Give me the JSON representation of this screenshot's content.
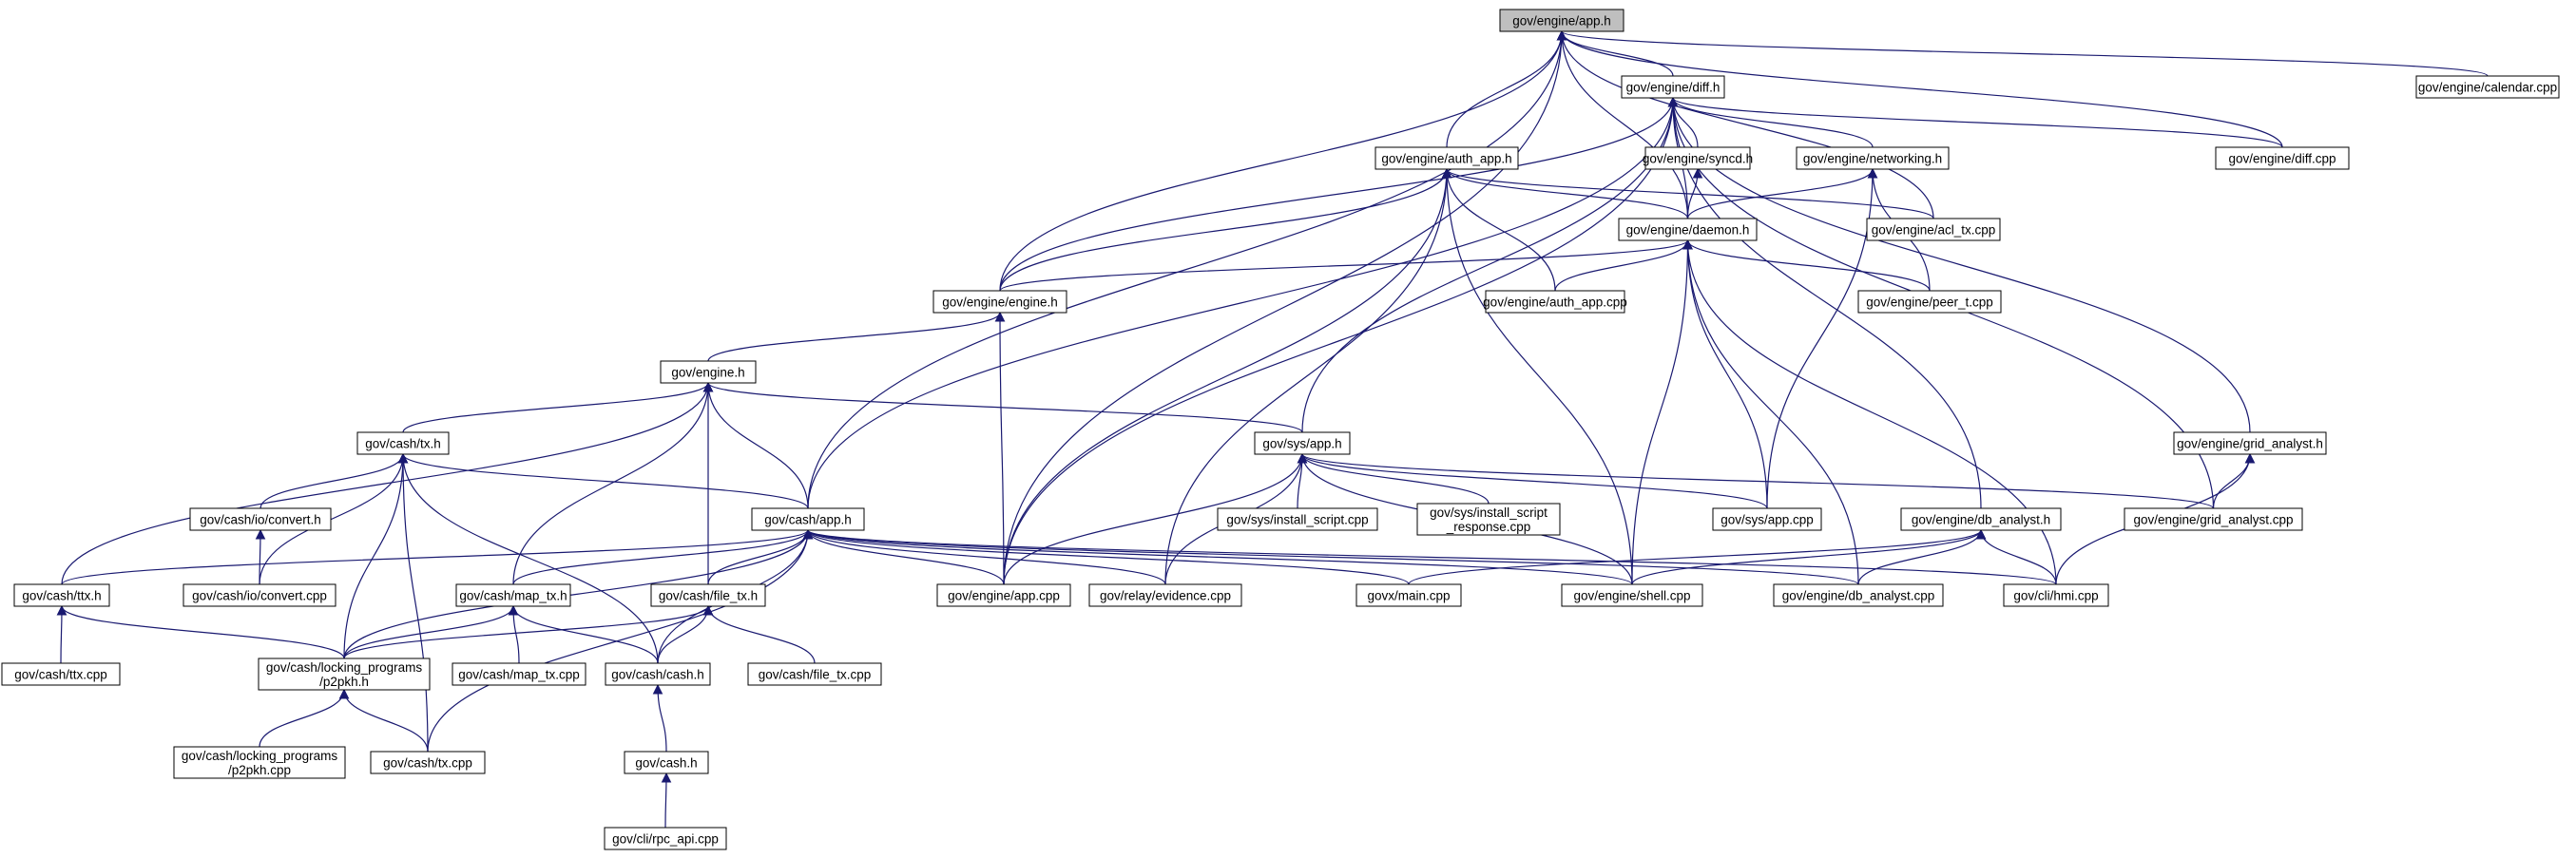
{
  "graph": {
    "nodes": {
      "app_h": [
        "gov/engine/app.h"
      ],
      "diff_h": [
        "gov/engine/diff.h"
      ],
      "calendar_cpp": [
        "gov/engine/calendar.cpp"
      ],
      "auth_app_h": [
        "gov/engine/auth_app.h"
      ],
      "syncd_h": [
        "gov/engine/syncd.h"
      ],
      "networking_h": [
        "gov/engine/networking.h"
      ],
      "diff_cpp": [
        "gov/engine/diff.cpp"
      ],
      "daemon_h": [
        "gov/engine/daemon.h"
      ],
      "acl_tx_cpp": [
        "gov/engine/acl_tx.cpp"
      ],
      "engine_engine_h": [
        "gov/engine/engine.h"
      ],
      "auth_app_cpp": [
        "gov/engine/auth_app.cpp"
      ],
      "peer_t_cpp": [
        "gov/engine/peer_t.cpp"
      ],
      "engine_h": [
        "gov/engine.h"
      ],
      "cash_tx_h": [
        "gov/cash/tx.h"
      ],
      "sys_app_h": [
        "gov/sys/app.h"
      ],
      "grid_analyst_h": [
        "gov/engine/grid_analyst.h"
      ],
      "io_convert_h": [
        "gov/cash/io/convert.h"
      ],
      "cash_app_h": [
        "gov/cash/app.h"
      ],
      "install_script_cpp": [
        "gov/sys/install_script.cpp"
      ],
      "install_script_response_cpp": [
        "gov/sys/install_script",
        "_response.cpp"
      ],
      "sys_app_cpp": [
        "gov/sys/app.cpp"
      ],
      "db_analyst_h": [
        "gov/engine/db_analyst.h"
      ],
      "grid_analyst_cpp": [
        "gov/engine/grid_analyst.cpp"
      ],
      "ttx_h": [
        "gov/cash/ttx.h"
      ],
      "io_convert_cpp": [
        "gov/cash/io/convert.cpp"
      ],
      "map_tx_h": [
        "gov/cash/map_tx.h"
      ],
      "file_tx_h": [
        "gov/cash/file_tx.h"
      ],
      "engine_app_cpp": [
        "gov/engine/app.cpp"
      ],
      "evidence_cpp": [
        "gov/relay/evidence.cpp"
      ],
      "govx_main_cpp": [
        "govx/main.cpp"
      ],
      "shell_cpp": [
        "gov/engine/shell.cpp"
      ],
      "db_analyst_cpp": [
        "gov/engine/db_analyst.cpp"
      ],
      "hmi_cpp": [
        "gov/cli/hmi.cpp"
      ],
      "ttx_cpp": [
        "gov/cash/ttx.cpp"
      ],
      "p2pkh_h": [
        "gov/cash/locking_programs",
        "/p2pkh.h"
      ],
      "map_tx_cpp": [
        "gov/cash/map_tx.cpp"
      ],
      "cash_cash_h": [
        "gov/cash/cash.h"
      ],
      "file_tx_cpp": [
        "gov/cash/file_tx.cpp"
      ],
      "p2pkh_cpp": [
        "gov/cash/locking_programs",
        "/p2pkh.cpp"
      ],
      "cash_tx_cpp": [
        "gov/cash/tx.cpp"
      ],
      "gov_cash_h": [
        "gov/cash.h"
      ],
      "rpc_api_cpp": [
        "gov/cli/rpc_api.cpp"
      ]
    },
    "root": "app_h",
    "edges": [
      [
        "diff_h",
        "app_h"
      ],
      [
        "auth_app_h",
        "app_h"
      ],
      [
        "daemon_h",
        "app_h"
      ],
      [
        "engine_engine_h",
        "app_h"
      ],
      [
        "diff_cpp",
        "app_h"
      ],
      [
        "acl_tx_cpp",
        "app_h"
      ],
      [
        "cash_app_h",
        "app_h"
      ],
      [
        "engine_app_cpp",
        "app_h"
      ],
      [
        "calendar_cpp",
        "app_h"
      ],
      [
        "syncd_h",
        "diff_h"
      ],
      [
        "networking_h",
        "diff_h"
      ],
      [
        "diff_cpp",
        "diff_h"
      ],
      [
        "engine_engine_h",
        "diff_h"
      ],
      [
        "daemon_h",
        "diff_h"
      ],
      [
        "grid_analyst_h",
        "diff_h"
      ],
      [
        "grid_analyst_cpp",
        "diff_h"
      ],
      [
        "db_analyst_h",
        "diff_h"
      ],
      [
        "sys_app_h",
        "diff_h"
      ],
      [
        "engine_app_cpp",
        "diff_h"
      ],
      [
        "cash_app_h",
        "diff_h"
      ],
      [
        "daemon_h",
        "syncd_h"
      ],
      [
        "daemon_h",
        "networking_h"
      ],
      [
        "peer_t_cpp",
        "networking_h"
      ],
      [
        "sys_app_cpp",
        "networking_h"
      ],
      [
        "daemon_h",
        "auth_app_h"
      ],
      [
        "acl_tx_cpp",
        "auth_app_h"
      ],
      [
        "engine_engine_h",
        "auth_app_h"
      ],
      [
        "auth_app_cpp",
        "auth_app_h"
      ],
      [
        "engine_app_cpp",
        "auth_app_h"
      ],
      [
        "evidence_cpp",
        "auth_app_h"
      ],
      [
        "shell_cpp",
        "auth_app_h"
      ],
      [
        "engine_engine_h",
        "daemon_h"
      ],
      [
        "auth_app_cpp",
        "daemon_h"
      ],
      [
        "peer_t_cpp",
        "daemon_h"
      ],
      [
        "shell_cpp",
        "daemon_h"
      ],
      [
        "sys_app_cpp",
        "daemon_h"
      ],
      [
        "db_analyst_cpp",
        "daemon_h"
      ],
      [
        "hmi_cpp",
        "daemon_h"
      ],
      [
        "engine_h",
        "engine_engine_h"
      ],
      [
        "engine_app_cpp",
        "engine_engine_h"
      ],
      [
        "cash_tx_h",
        "engine_h"
      ],
      [
        "sys_app_h",
        "engine_h"
      ],
      [
        "cash_app_h",
        "engine_h"
      ],
      [
        "map_tx_h",
        "engine_h"
      ],
      [
        "file_tx_h",
        "engine_h"
      ],
      [
        "ttx_h",
        "engine_h"
      ],
      [
        "io_convert_h",
        "cash_tx_h"
      ],
      [
        "io_convert_cpp",
        "cash_tx_h"
      ],
      [
        "cash_app_h",
        "cash_tx_h"
      ],
      [
        "p2pkh_h",
        "cash_tx_h"
      ],
      [
        "cash_cash_h",
        "cash_tx_h"
      ],
      [
        "cash_tx_cpp",
        "cash_tx_h"
      ],
      [
        "io_convert_cpp",
        "io_convert_h"
      ],
      [
        "install_script_cpp",
        "sys_app_h"
      ],
      [
        "install_script_response_cpp",
        "sys_app_h"
      ],
      [
        "sys_app_cpp",
        "sys_app_h"
      ],
      [
        "engine_app_cpp",
        "sys_app_h"
      ],
      [
        "evidence_cpp",
        "sys_app_h"
      ],
      [
        "shell_cpp",
        "sys_app_h"
      ],
      [
        "grid_analyst_cpp",
        "sys_app_h"
      ],
      [
        "grid_analyst_cpp",
        "grid_analyst_h"
      ],
      [
        "hmi_cpp",
        "grid_analyst_h"
      ],
      [
        "ttx_h",
        "cash_app_h"
      ],
      [
        "map_tx_h",
        "cash_app_h"
      ],
      [
        "file_tx_h",
        "cash_app_h"
      ],
      [
        "cash_cash_h",
        "cash_app_h"
      ],
      [
        "p2pkh_h",
        "cash_app_h"
      ],
      [
        "engine_app_cpp",
        "cash_app_h"
      ],
      [
        "evidence_cpp",
        "cash_app_h"
      ],
      [
        "govx_main_cpp",
        "cash_app_h"
      ],
      [
        "shell_cpp",
        "cash_app_h"
      ],
      [
        "db_analyst_cpp",
        "cash_app_h"
      ],
      [
        "hmi_cpp",
        "cash_app_h"
      ],
      [
        "cash_tx_cpp",
        "cash_app_h"
      ],
      [
        "govx_main_cpp",
        "db_analyst_h"
      ],
      [
        "shell_cpp",
        "db_analyst_h"
      ],
      [
        "db_analyst_cpp",
        "db_analyst_h"
      ],
      [
        "hmi_cpp",
        "db_analyst_h"
      ],
      [
        "ttx_cpp",
        "ttx_h"
      ],
      [
        "p2pkh_h",
        "ttx_h"
      ],
      [
        "p2pkh_h",
        "map_tx_h"
      ],
      [
        "map_tx_cpp",
        "map_tx_h"
      ],
      [
        "cash_cash_h",
        "map_tx_h"
      ],
      [
        "cash_cash_h",
        "file_tx_h"
      ],
      [
        "file_tx_cpp",
        "file_tx_h"
      ],
      [
        "p2pkh_h",
        "file_tx_h"
      ],
      [
        "p2pkh_cpp",
        "p2pkh_h"
      ],
      [
        "cash_tx_cpp",
        "p2pkh_h"
      ],
      [
        "gov_cash_h",
        "cash_cash_h"
      ],
      [
        "rpc_api_cpp",
        "gov_cash_h"
      ]
    ]
  }
}
